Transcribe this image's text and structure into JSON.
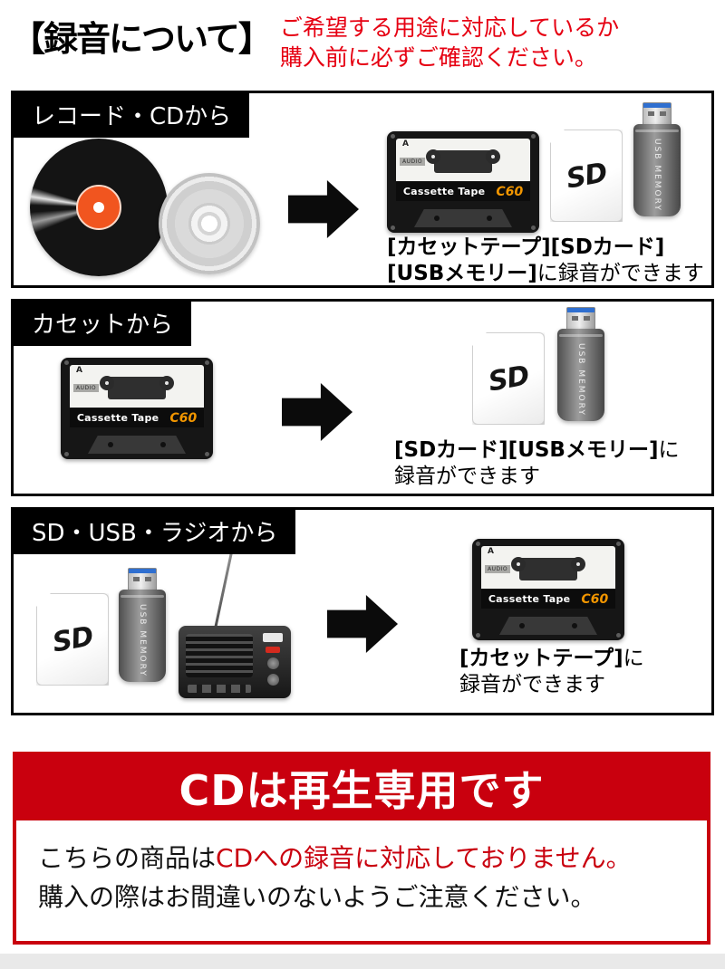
{
  "header": {
    "title": "【録音について】",
    "notice_line1": "ご希望する用途に対応しているか",
    "notice_line2": "購入前に必ずご確認ください。"
  },
  "sections": {
    "record_cd": {
      "label": "レコード・CDから",
      "caption_bold1": "[カセットテープ][SDカード]",
      "caption_bold2": "[USBメモリー]",
      "caption_normal2": "に録音ができます"
    },
    "cassette": {
      "label": "カセットから",
      "caption_bold1": "[SDカード][USBメモリー]",
      "caption_normal1": "に",
      "caption_line2": "録音ができます"
    },
    "sd_usb_radio": {
      "label": "SD・USB・ラジオから",
      "caption_bold1": "[カセットテープ]",
      "caption_normal1": "に",
      "caption_line2": "録音ができます"
    }
  },
  "devices": {
    "cassette_side": "A",
    "cassette_audio": "AUDIO",
    "cassette_label": "Cassette Tape",
    "cassette_model": "C60",
    "sd_logo": "SD",
    "usb_label": "USB MEMORY"
  },
  "cd_notice": {
    "title": "CDは再生専用です",
    "body1_black": "こちらの商品は",
    "body1_red": "CDへの録音に対応しておりません。",
    "body2": "購入の際はお間違いのないようご注意ください。"
  },
  "colors": {
    "accent_red": "#c9000e",
    "notice_red": "#e60012"
  }
}
